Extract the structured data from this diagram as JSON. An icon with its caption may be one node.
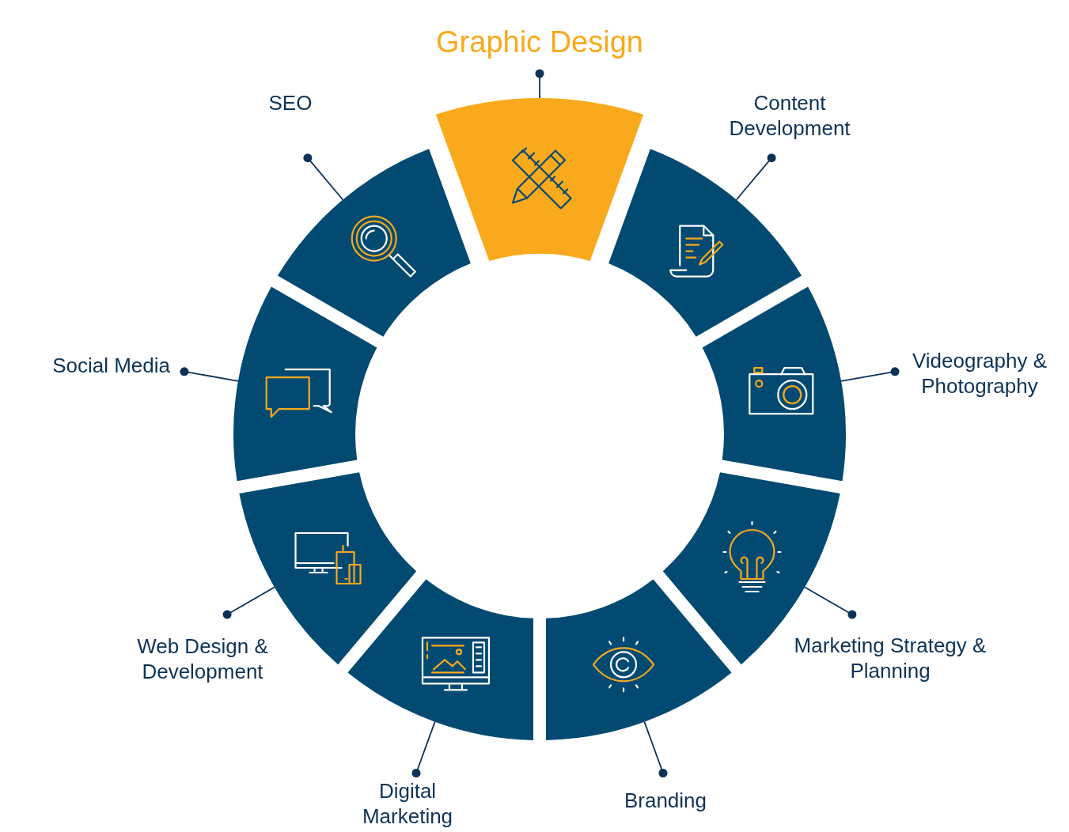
{
  "diagram": {
    "nodes": [
      {
        "text": [],
        "shape": "segment"
      },
      {
        "text": [],
        "shape": "segment"
      },
      {
        "text": [],
        "shape": "segment"
      },
      {
        "text": [],
        "shape": "segment"
      },
      {
        "text": [],
        "shape": "segment"
      },
      {
        "text": [],
        "shape": "segment"
      },
      {
        "text": [],
        "shape": "segment"
      },
      {
        "text": [],
        "shape": "segment"
      },
      {
        "text": [],
        "shape": "segment"
      },
      {
        "text": [
          "Graphic Design"
        ]
      },
      {
        "text": [
          "Content Development"
        ]
      },
      {
        "text": [
          "Videography & Photography"
        ]
      },
      {
        "text": [
          "Marketing Strategy & Planning"
        ]
      },
      {
        "text": [
          "Branding"
        ]
      },
      {
        "text": [
          "Digital Marketing"
        ]
      },
      {
        "text": [
          "Web Design & Development"
        ]
      },
      {
        "text": [
          "Social Media"
        ]
      },
      {
        "text": [
          "SEO"
        ]
      }
    ],
    "edges": [
      {
        "from": 0,
        "to": 9,
        "arrow": "other"
      },
      {
        "from": 1,
        "to": 10,
        "arrow": "other"
      },
      {
        "from": 2,
        "to": 11,
        "arrow": "other"
      },
      {
        "from": 3,
        "to": 12,
        "arrow": "other"
      },
      {
        "from": 4,
        "to": 13,
        "arrow": "other"
      },
      {
        "from": 5,
        "to": 14,
        "arrow": "other"
      },
      {
        "from": 6,
        "to": 15,
        "arrow": "other"
      },
      {
        "from": 7,
        "to": 16,
        "arrow": "other"
      },
      {
        "from": 8,
        "to": 17,
        "arrow": "other"
      }
    ]
  }
}
